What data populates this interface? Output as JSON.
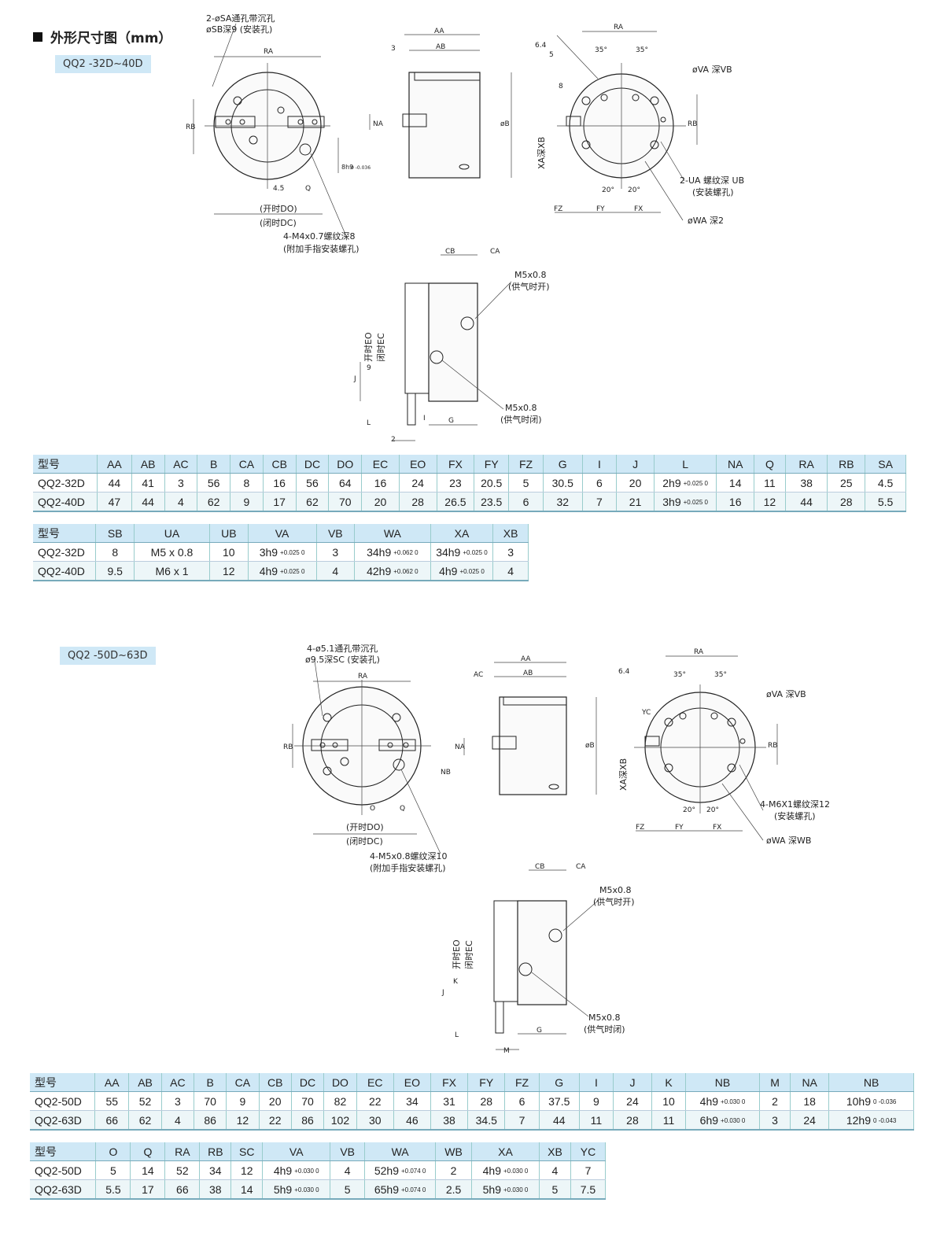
{
  "header": {
    "title": "外形尺寸图（mm）"
  },
  "section1": {
    "label": "QQ2 -32D~40D",
    "callouts": {
      "sa": "2-øSA通孔带沉孔",
      "sb": "øSB深9 (安装孔)",
      "ra": "RA",
      "rb": "RB",
      "na": "NA",
      "b": "8h9",
      "b_tol": "0 -0.036",
      "d45": "4.5",
      "q": "Q",
      "do": "(开时DO)",
      "dc": "(闭时DC)",
      "m4": "4-M4x0.7螺纹深8",
      "m4b": "(附加手指安装螺孔)",
      "aa": "AA",
      "ab": "AB",
      "three": "3",
      "ob": "øB",
      "d64": "6.4",
      "d5": "5",
      "d8": "8",
      "a35": "35°",
      "a20": "20°",
      "va": "øVA 深VB",
      "xa": "XA深XB",
      "ua": "2-UA 螺纹深 UB",
      "uab": "(安装螺孔)",
      "wa": "øWA 深2",
      "fz": "FZ",
      "fy": "FY",
      "fx": "FX",
      "cb": "CB",
      "ca": "CA",
      "m5a": "M5x0.8",
      "m5ab": "(供气时开)",
      "m5c": "M5x0.8",
      "m5cb": "(供气时闭)",
      "eo": "开时EO",
      "ec": "闭时EC",
      "j": "J",
      "nine": "9",
      "l": "L",
      "i": "I",
      "g": "G",
      "two": "2"
    }
  },
  "table1": {
    "headers": [
      "型号",
      "AA",
      "AB",
      "AC",
      "B",
      "CA",
      "CB",
      "DC",
      "DO",
      "EC",
      "EO",
      "FX",
      "FY",
      "FZ",
      "G",
      "I",
      "J",
      "L",
      "NA",
      "Q",
      "RA",
      "RB",
      "SA"
    ],
    "rows": [
      [
        "QQ2-32D",
        "44",
        "41",
        "3",
        "56",
        "8",
        "16",
        "56",
        "64",
        "16",
        "24",
        "23",
        "20.5",
        "5",
        "30.5",
        "6",
        "20",
        "2h9",
        "14",
        "11",
        "38",
        "25",
        "4.5"
      ],
      [
        "QQ2-40D",
        "47",
        "44",
        "4",
        "62",
        "9",
        "17",
        "62",
        "70",
        "20",
        "28",
        "26.5",
        "23.5",
        "6",
        "32",
        "7",
        "21",
        "3h9",
        "16",
        "12",
        "44",
        "28",
        "5.5"
      ]
    ],
    "tol": "+0.025 0"
  },
  "table2": {
    "headers": [
      "型号",
      "SB",
      "UA",
      "UB",
      "VA",
      "VB",
      "WA",
      "XA",
      "XB"
    ],
    "rows": [
      [
        "QQ2-32D",
        "8",
        "M5 x 0.8",
        "10",
        "3h9",
        "3",
        "34h9",
        "34h9",
        "3"
      ],
      [
        "QQ2-40D",
        "9.5",
        "M6 x 1",
        "12",
        "4h9",
        "4",
        "42h9",
        "4h9",
        "4"
      ]
    ],
    "tol_va": "+0.025 0",
    "tol_wa": "+0.062 0",
    "tol_xa": "+0.025 0"
  },
  "section2": {
    "label": "QQ2 -50D~63D",
    "callouts": {
      "sa": "4-ø5.1通孔带沉孔",
      "sb": "ø9.5深SC (安装孔)",
      "ra": "RA",
      "rb": "RB",
      "na": "NA",
      "nb": "NB",
      "o": "O",
      "q": "Q",
      "do": "(开时DO)",
      "dc": "(闭时DC)",
      "m5": "4-M5x0.8螺纹深10",
      "m5b": "(附加手指安装螺孔)",
      "aa": "AA",
      "ab": "AB",
      "ac": "AC",
      "ob": "øB",
      "d64": "6.4",
      "yc": "YC",
      "a35": "35°",
      "a20": "20°",
      "va": "øVA 深VB",
      "xa": "XA深XB",
      "m6": "4-M6X1螺纹深12",
      "m6b": "(安装螺孔)",
      "wa": "øWA 深WB",
      "fz": "FZ",
      "fy": "FY",
      "fx": "FX",
      "cb": "CB",
      "ca": "CA",
      "m5a": "M5x0.8",
      "m5ab": "(供气时开)",
      "m5c": "M5x0.8",
      "m5cb": "(供气时闭)",
      "eo": "开时EO",
      "ec": "闭时EC",
      "k": "K",
      "j": "J",
      "l": "L",
      "g": "G",
      "m": "M"
    }
  },
  "table3": {
    "headers": [
      "型号",
      "AA",
      "AB",
      "AC",
      "B",
      "CA",
      "CB",
      "DC",
      "DO",
      "EC",
      "EO",
      "FX",
      "FY",
      "FZ",
      "G",
      "I",
      "J",
      "K",
      "NB",
      "M",
      "NA",
      "NB"
    ],
    "rows": [
      [
        "QQ2-50D",
        "55",
        "52",
        "3",
        "70",
        "9",
        "20",
        "70",
        "82",
        "22",
        "34",
        "31",
        "28",
        "6",
        "37.5",
        "9",
        "24",
        "10",
        "4h9",
        "2",
        "18",
        "10h9"
      ],
      [
        "QQ2-63D",
        "66",
        "62",
        "4",
        "86",
        "12",
        "22",
        "86",
        "102",
        "30",
        "46",
        "38",
        "34.5",
        "7",
        "44",
        "11",
        "28",
        "11",
        "6h9",
        "3",
        "24",
        "12h9"
      ]
    ],
    "tol_nb": "+0.030 0",
    "tol_nb2_r1": "0 -0.036",
    "tol_nb2_r2": "0 -0.043"
  },
  "table4": {
    "headers": [
      "型号",
      "O",
      "Q",
      "RA",
      "RB",
      "SC",
      "VA",
      "VB",
      "WA",
      "WB",
      "XA",
      "XB",
      "YC"
    ],
    "rows": [
      [
        "QQ2-50D",
        "5",
        "14",
        "52",
        "34",
        "12",
        "4h9",
        "4",
        "52h9",
        "2",
        "4h9",
        "4",
        "7"
      ],
      [
        "QQ2-63D",
        "5.5",
        "17",
        "66",
        "38",
        "14",
        "5h9",
        "5",
        "65h9",
        "2.5",
        "5h9",
        "5",
        "7.5"
      ]
    ],
    "tol_va": "+0.030 0",
    "tol_wa": "+0.074 0",
    "tol_xa": "+0.030 0"
  }
}
